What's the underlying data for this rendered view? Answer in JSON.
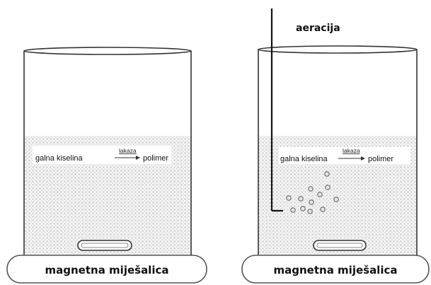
{
  "left_setup": {
    "reaction": {
      "reactant": "galna kiselina",
      "catalyst": "lakaza",
      "product": "polimer"
    },
    "base_label": "magnetna miješalica"
  },
  "right_setup": {
    "reaction": {
      "reactant": "galna kiselina",
      "catalyst": "lakaza",
      "product": "polimer"
    },
    "base_label": "magnetna miješalica",
    "aeration_label": "aeracija"
  },
  "colors": {
    "outline": "#333333",
    "liquid_dot": "#c9c9c9",
    "background": "#ffffff"
  }
}
